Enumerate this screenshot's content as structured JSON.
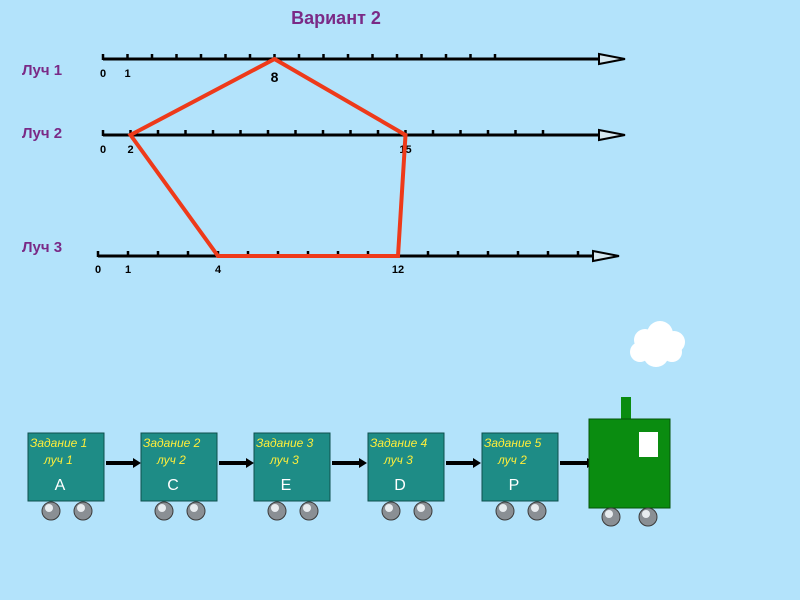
{
  "title": "Вариант 2",
  "rays": [
    {
      "label": "Луч 1",
      "numbers": [
        {
          "value": "0",
          "tick": 0
        },
        {
          "value": "1",
          "tick": 1
        }
      ]
    },
    {
      "label": "Луч 2",
      "numbers": [
        {
          "value": "0",
          "tick": 0
        },
        {
          "value": "2",
          "tick": 1
        },
        {
          "value": "15",
          "tick": 11
        }
      ]
    },
    {
      "label": "Луч 3",
      "numbers": [
        {
          "value": "0",
          "tick": 0
        },
        {
          "value": "1",
          "tick": 1
        },
        {
          "value": "4",
          "tick": 4
        },
        {
          "value": "12",
          "tick": 10
        }
      ]
    }
  ],
  "pentagon": {
    "color": "#ee3a1a",
    "vertices": [
      {
        "ray": 0,
        "tick": 7,
        "label": "8"
      },
      {
        "ray": 1,
        "tick": 11,
        "label": ""
      },
      {
        "ray": 2,
        "tick": 10,
        "label": ""
      },
      {
        "ray": 2,
        "tick": 4,
        "label": ""
      },
      {
        "ray": 1,
        "tick": 1,
        "label": ""
      }
    ]
  },
  "train": {
    "cars": [
      {
        "line1": "Задание 1",
        "line2": "луч 1",
        "letter": "А"
      },
      {
        "line1": "Задание 2",
        "line2": "луч 2",
        "letter": "С"
      },
      {
        "line1": "Задание 3",
        "line2": "луч 3",
        "letter": "Е"
      },
      {
        "line1": "Задание 4",
        "line2": "луч 3",
        "letter": "D"
      },
      {
        "line1": "Задание 5",
        "line2": "луч 2",
        "letter": "Р"
      }
    ],
    "car_color": "#1e8c86",
    "car_text_color": "#ffee3a",
    "locomotive_color": "#0a8c10"
  }
}
